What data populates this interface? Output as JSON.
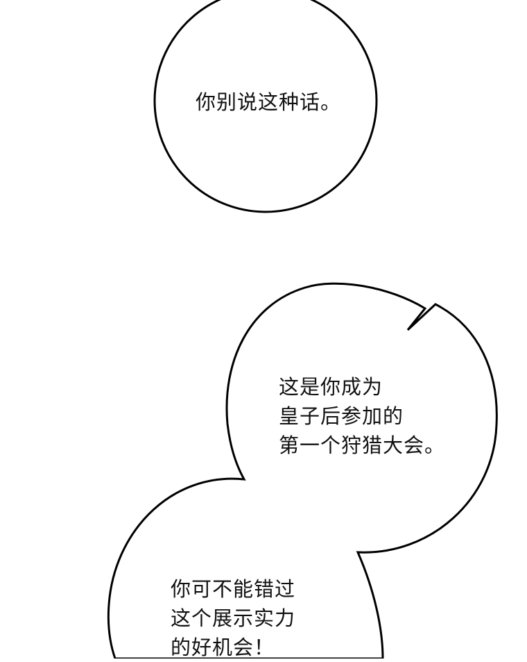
{
  "colors": {
    "background": "#ffffff",
    "bubble_fill": "#ffffff",
    "bubble_outline": "#000000",
    "text": "#111111"
  },
  "bubbles": [
    {
      "lines": [
        "你别说这种话。"
      ]
    },
    {
      "lines": [
        "这是你成为",
        "皇子后参加的",
        "第一个狩猎大会。"
      ]
    },
    {
      "lines": [
        "你可不能错过",
        "这个展示实力",
        "的好机会！"
      ]
    }
  ]
}
